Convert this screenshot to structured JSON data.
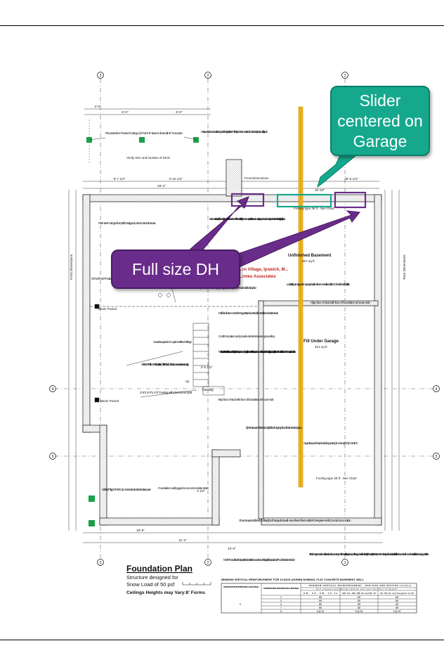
{
  "callouts": {
    "slider": "Slider centered on Garage",
    "full_size_dh": "Full size DH"
  },
  "plan": {
    "title": "Foundation Plan",
    "subtitle1": "Structure designed for",
    "subtitle2": "Snow Load of 50 psf",
    "ceilings": "Ceilings Heights may Vary:8' Forms",
    "grid_marks": [
      "3",
      "2",
      "1",
      "4",
      "5"
    ],
    "rooms": {
      "unfinished_basement": "Unfinished Basement",
      "unfinished_sqft": "927 sq ft",
      "garage": "Fill Under Garage",
      "garage_sqft": "421 sq ft",
      "village": "...rn Village, Ipswich, M...",
      "associates": "...rmes Associates"
    },
    "dims": {
      "d1": "2'-0\"",
      "d2": "6'-0\"",
      "d3": "6'-0\"",
      "d4": "8'-7 1/2\"",
      "d5": "3'-10 1/4\"",
      "d6": "26'-2\"",
      "d7": "25'-6 1/4\"",
      "d8": "16'-10\"",
      "d9": "19'-6\"",
      "d10": "11'-2\"",
      "d11": "42'-0\"",
      "d12": "2'-6 1/2\"",
      "d13": "4 1/2\""
    },
    "notes": {
      "deck_footings": "Precast Bell or Poured Footings @ Porch 6\" Base to frost with 8\" Sonotube",
      "deck_posts": "Posts under deck can be solid 4x4 up to 40\" in height, solid 6x6 PT for higher decks. Consult Anform for decks higher than 8 ft off grade.",
      "verify_deck": "Verify Size and location of Deck",
      "frost_dims": "Frost Dimensions",
      "footing_type": "Footing type 36 ft - See Chart",
      "bulkhead": "Basement exits required, bulkhead option shown. Bulkhead recessed bulkhead to suit buildings. Owner may substitute other code compliant egress, such as window with egress or walkout or walk-out door if grading allows.",
      "perimeter": "Perimeter Footing to frost, 28ft chart typical, unless noted otherwise",
      "footing_typ": "2'-0\" x 2'-0\" x 1'-0\" Footing with (4) #4 E.W. Bott. Typical unless noted otherwise",
      "beam_above": "Beam Above",
      "beam_pocket": "Beam Pocket",
      "pipe_post": "Pipe 3 1/2\" od concrete filled pipe post, typ @ beam pockets. Provide solid blocking in floor",
      "energy": "Local building or energy codes may require insulation at basement walls and/or slab. GC should consult local officials.",
      "align_face": "Align face of stud with face of foundation at house side",
      "finished_basements": "For finished basements with Energy Star, reduce stair width to 36\", furr and insulate at walls",
      "electrical": "Confirm location and provide electrical service grounding",
      "stairs_code": "R311.7.1 - Stairways shall not be less than 36\" in clear width at all points above the permitted handrail height and below the required headroom height. Handrails shall not project more than 4.5\" on either side of the stairway and the minimum clear width of the stairway at and below the handrail height, including treads and landings, shall not be less than 31 1/2\" where a handrail is installed on one side and 27\" where handrails are provided on both sides.",
      "guards": "Guards required, GC option Walls or Railings",
      "stairs_up": "STAIRS UP TP 1st FLOOR: 14 Equal Risers @ 7 3/8\" +/- 13 Treads @ 10\" each, as measured nose to nose 1 Landing",
      "up": "Up",
      "landing": "Landing",
      "footing2": "2'-0\"x 3'-0\"x 1'-0\" Footing with (4) #4 E.W. Bott.",
      "align2": "Align face of stud with face of foundation at house side",
      "rebar": "(2) Rebar required in this location only, for full width of garage face of rebar in other footings is o...",
      "support": "Support required. May be via built-up post, single masonry (RO). Consult GC",
      "footing_type2": "Footing type 36 ft - See Chart",
      "solid_posts": "Solid 6x6 PT, typ @ Porch Columns See elevations for decorative covers",
      "foundation_wall": "Foundation wall jogged to accommodate stairs",
      "shear": "Shear required at far left and far right of Garage front wall - See Shear Sheet. Verify RO Requirement for Door & Door Location.",
      "reinforcing": "NOTE: Foundation reinforcing steel is to be installed in accordance with all applicable provisions of IRC 2015 Section 404.1.3.2",
      "garage_doors": "9'-0\" wide Garage Doors shown, will need to use Simpson Strong-Wall Shearwall, if not using Strong-Wall, Garage doors will need to be (2) 8'-0\" doors or (1) 16'-0\" door (See Art Form for enlarged header size). Builder will follow shear method from code book, details to be found on page 10 of this set.",
      "front_dims": "Front Dimensions",
      "rear_dims": "Rear Dimensions"
    },
    "table": {
      "title": "MINIMUM VERTICAL REINFORCEMENT FOR 10-INCH (203MM) NOMINAL FLAT CONCRETE BASEMENT WALL",
      "col1": "MAXIMUM UNSUPPORTED WALL HEIGHT (feet)",
      "col2": "MAXIMUM UNBALANCED BACKFILL HEIGHT (feet)",
      "col3_title": "MINIMUM VERTICAL REINFORCEMENT - BAR SIZE AND SPACING (inches)",
      "col3_sub": "Soil classes and design lateral soil (psf per foot of depth)",
      "sub_a": "GW, GP, SW, SP 30",
      "sub_b": "GM, GC, SM, SM-SC and ML 45",
      "sub_c": "SC, ML-CL and Inorganic CL 60",
      "wall_height": "8",
      "rows": [
        {
          "h": "4",
          "a": "NR",
          "b": "NR",
          "c": "NR"
        },
        {
          "h": "5",
          "a": "NR",
          "b": "NR",
          "c": "NR"
        },
        {
          "h": "6",
          "a": "NR",
          "b": "NR",
          "c": "NR"
        },
        {
          "h": "7",
          "a": "NR",
          "b": "NR",
          "c": "NR"
        },
        {
          "h": "8",
          "a": "6 @ 43",
          "b": "6 @ 35",
          "c": "6 @ 33"
        }
      ]
    }
  },
  "colors": {
    "slider": "#15a88d",
    "dh": "#6a2c8a",
    "yellow": "#f3b61f",
    "green": "#1aa04a"
  }
}
